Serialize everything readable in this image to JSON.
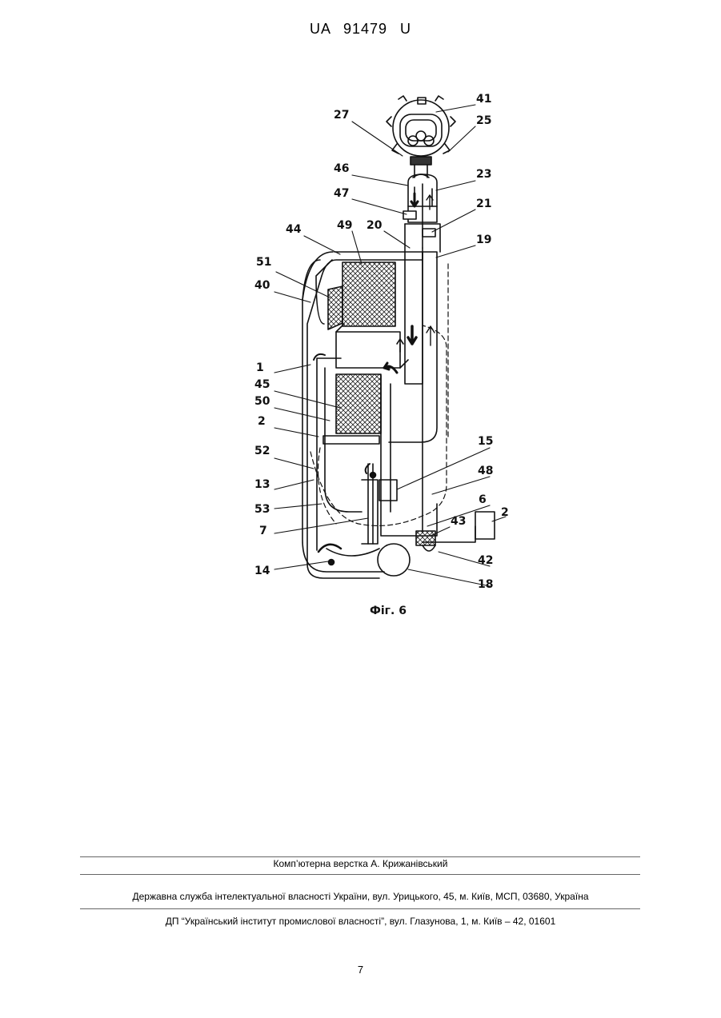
{
  "header": {
    "doc_id": "UA   91479   U"
  },
  "figure": {
    "caption": "Фіг. 6",
    "labels": {
      "l41": "41",
      "l27": "27",
      "l25": "25",
      "l46": "46",
      "l23": "23",
      "l47": "47",
      "l21": "21",
      "l44": "44",
      "l49": "49",
      "l20": "20",
      "l19": "19",
      "l51": "51",
      "l40": "40",
      "l1": "1",
      "l45": "45",
      "l50": "50",
      "l2a": "2",
      "l15": "15",
      "l52": "52",
      "l48": "48",
      "l13": "13",
      "l6": "6",
      "l53": "53",
      "l2b": "2",
      "l43": "43",
      "l7": "7",
      "l42": "42",
      "l14": "14",
      "l18": "18"
    }
  },
  "footer": {
    "line1": "Комп’ютерна верстка А. Крижанівський",
    "line2": "Державна служба інтелектуальної власності України, вул. Урицького, 45, м. Київ, МСП, 03680, Україна",
    "line3": "ДП “Український інститут промислової власності”, вул. Глазунова, 1, м. Київ – 42, 01601",
    "page_number": "7"
  }
}
